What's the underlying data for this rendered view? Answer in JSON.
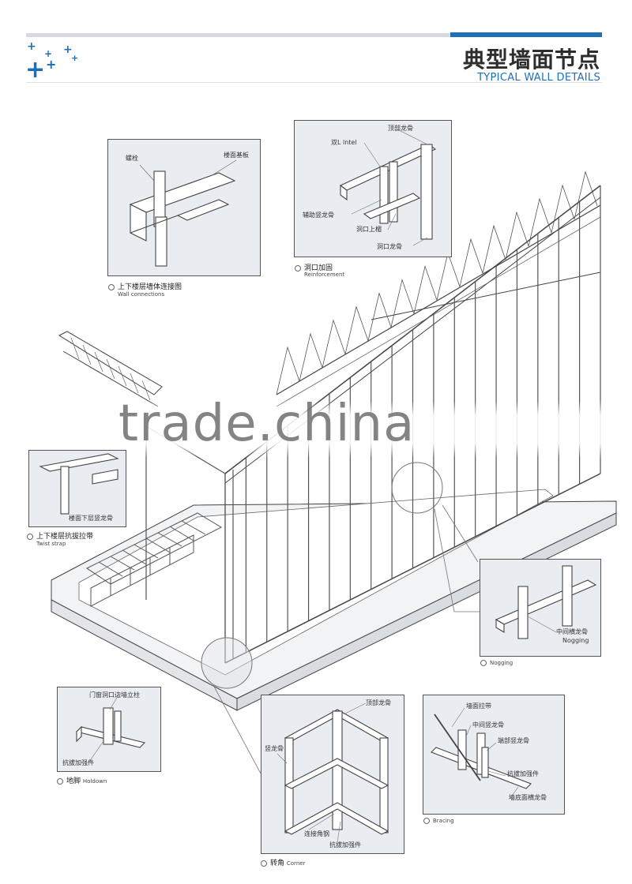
{
  "header": {
    "title_zh": "典型墙面节点",
    "title_en": "TYPICAL WALL DETAILS",
    "accent_color": "#1e6fb8"
  },
  "watermark": "trade.china",
  "details": {
    "wall_connections": {
      "labels": [
        "螺栓",
        "楼面基板"
      ],
      "caption_zh": "上下楼层墙体连接图",
      "caption_en": "Wall connections"
    },
    "reinforcement": {
      "labels": [
        "顶部龙骨",
        "双L lntel",
        "辅助竖龙骨",
        "洞口上楣",
        "洞口龙骨"
      ],
      "caption_zh": "洞口加固",
      "caption_en": "Reinforcement"
    },
    "twist_strap": {
      "labels": [
        "楼面下层竖龙骨"
      ],
      "caption_zh": "上下楼层抗拔拉带",
      "caption_en": "Twist strap"
    },
    "nogging": {
      "labels": [
        "中间横龙骨",
        "Nogging"
      ],
      "caption_en": "Nogging"
    },
    "holdown": {
      "labels": [
        "门窗洞口边墙立柱",
        "抗拔加强件"
      ],
      "caption_zh": "地脚",
      "caption_en": "Holdown"
    },
    "corner": {
      "labels": [
        "顶部龙骨",
        "竖龙骨",
        "连接角钢",
        "抗拔加强件"
      ],
      "caption_zh": "转角",
      "caption_en": "Corner"
    },
    "bracing": {
      "labels": [
        "墙面拉带",
        "中间竖龙骨",
        "端部竖龙骨",
        "抗拔加强件",
        "墙底面横龙骨"
      ],
      "caption_en": "Bracing"
    }
  }
}
